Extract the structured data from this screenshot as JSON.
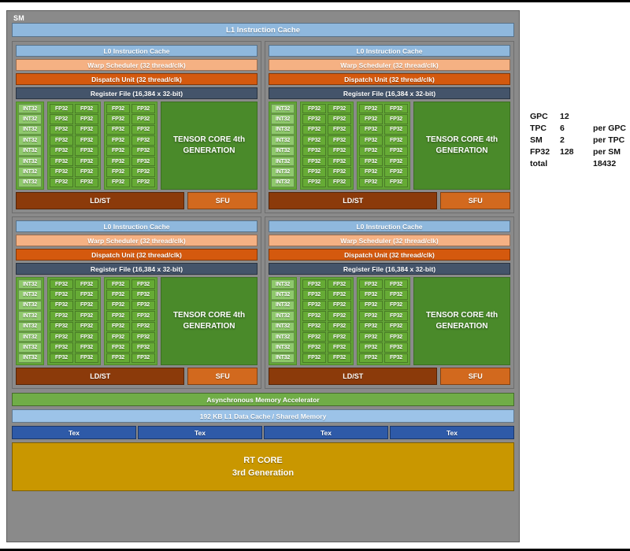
{
  "diagram": {
    "frame_label": "SM",
    "l1_instruction_cache": "L1 Instruction Cache",
    "shared": {
      "async_memory_accelerator": "Asynchronous Memory Accelerator",
      "l1_data_cache": "192 KB L1 Data Cache / Shared Memory",
      "tex_units": [
        "Tex",
        "Tex",
        "Tex",
        "Tex"
      ],
      "rt_core_title": "RT CORE",
      "rt_core_subtitle": "3rd Generation"
    },
    "partition": {
      "l0_instruction_cache": "L0 Instruction Cache",
      "warp_scheduler": "Warp Scheduler (32 thread/clk)",
      "dispatch_unit": "Dispatch Unit (32 thread/clk)",
      "register_file": "Register File (16,384 x 32-bit)",
      "int32_label": "INT32",
      "fp32_label": "FP32",
      "tensor_core_line1": "TENSOR CORE 4th",
      "tensor_core_line2": "GENERATION",
      "ld_st": "LD/ST",
      "sfu": "SFU",
      "core_rows": 8,
      "int32_columns": 1,
      "fp32_groups": 2,
      "fp32_columns_per_group": 2
    },
    "partition_count": 4
  },
  "spec_table": {
    "rows": [
      {
        "name": "GPC",
        "value": "12",
        "note": ""
      },
      {
        "name": "TPC",
        "value": "6",
        "note": "per GPC"
      },
      {
        "name": "SM",
        "value": "2",
        "note": "per TPC"
      },
      {
        "name": "FP32",
        "value": "128",
        "note": "per SM"
      },
      {
        "name": "total",
        "value": "",
        "note": "18432"
      }
    ]
  },
  "colors": {
    "frame_gray": "#8a8a8a",
    "cache_blue": "#8fb8dd",
    "warp_peach": "#f5b183",
    "dispatch_orange": "#d4590e",
    "register_slate": "#44546a",
    "int32_green": "#8fc96c",
    "fp32_green": "#66ab35",
    "tensor_green": "#4a8a2a",
    "ldst_brown": "#8b3a0a",
    "sfu_orange": "#d2691e",
    "async_green": "#70ad47",
    "tex_blue": "#2e5aa8",
    "rt_core_gold": "#c99700"
  }
}
